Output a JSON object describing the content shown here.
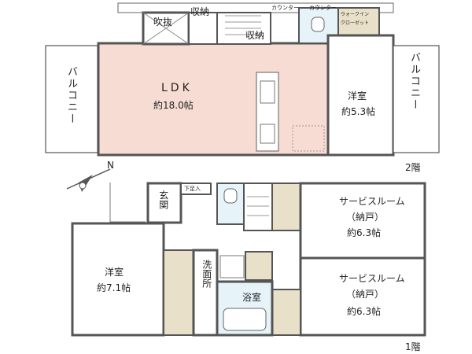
{
  "floor2": {
    "label": "2階",
    "rooms": {
      "fukinuke": "吹抜",
      "shuno_a": "収納",
      "shuno_b": "収納",
      "counter_a": "カウンター",
      "counter_b": "カウンター",
      "walkin_1": "ウォークイン",
      "walkin_2": "クローゼット",
      "ldk_name": "LDK",
      "ldk_size": "約18.0帖",
      "yoshitsu_name": "洋室",
      "yoshitsu_size": "約5.3帖",
      "balcony_left": "バルコニー",
      "balcony_right": "バルコニー"
    }
  },
  "floor1": {
    "label": "1階",
    "rooms": {
      "genkan": "玄関",
      "shitasoku": "下足入",
      "senmen": "洗面所",
      "yokushitsu": "浴室",
      "yoshitsu_name": "洋室",
      "yoshitsu_size": "約7.1帖",
      "service1_name": "サービスルーム",
      "service1_sub": "（納戸）",
      "service1_size": "約6.3帖",
      "service2_name": "サービスルーム",
      "service2_sub": "（納戸）",
      "service2_size": "約6.3帖"
    }
  },
  "compass": {
    "label": "N"
  },
  "colors": {
    "ldk": "#f7dcd3",
    "service": "#dceef7",
    "closet": "#e8e0c8",
    "wall": "#555555"
  }
}
